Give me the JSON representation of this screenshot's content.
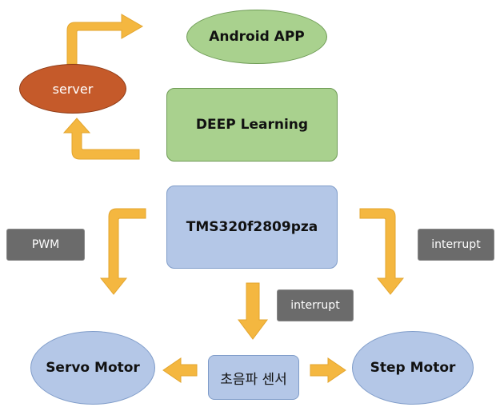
{
  "nodes": {
    "android_app": "Android APP",
    "server": "server",
    "deep_learning": "DEEP Learning",
    "tms": "TMS320f2809pza",
    "servo_motor": "Servo Motor",
    "sensor": "초음파 센서",
    "step_motor": "Step Motor"
  },
  "tags": {
    "pwm": "PWM",
    "interrupt_right": "interrupt",
    "interrupt_center": "interrupt"
  },
  "colors": {
    "arrow": "#F4B740",
    "green_fill": "#A9D18E",
    "green_border": "#6E9B55",
    "blue_fill": "#B4C7E7",
    "blue_border": "#7F9CC9",
    "server_fill": "#C55A2A",
    "server_border": "#8F3B16",
    "tag_fill": "#6B6B6B"
  }
}
